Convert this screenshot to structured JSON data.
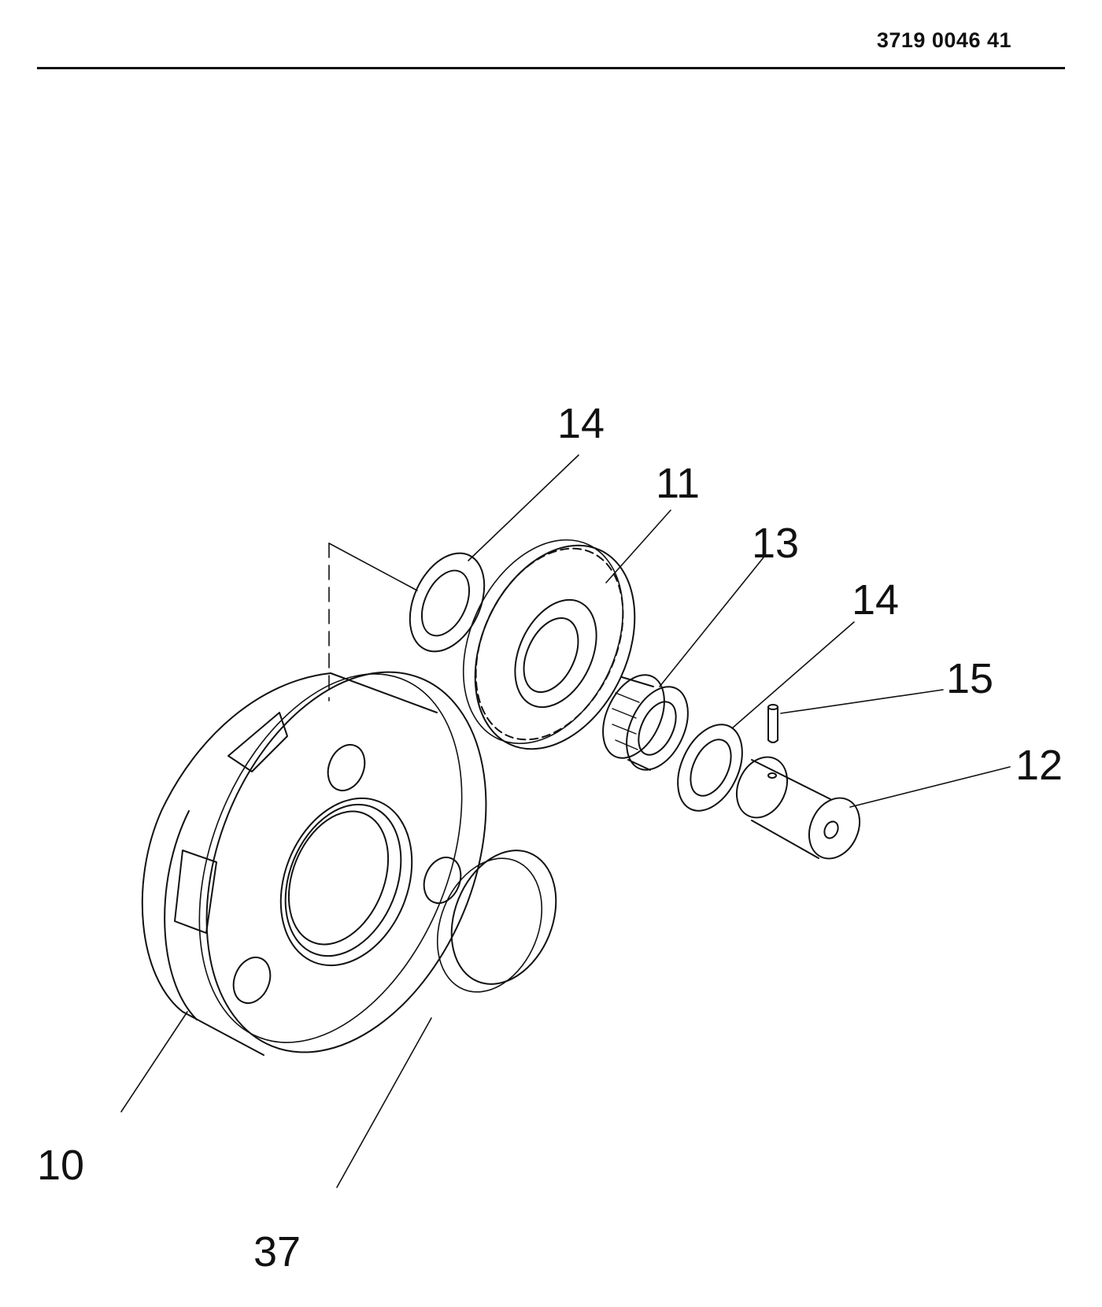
{
  "header": {
    "document_number": "3719 0046 41"
  },
  "callouts": {
    "washer_top": "14",
    "planet_gear": "11",
    "needle_bearing": "13",
    "washer_lower": "14",
    "pin": "15",
    "shaft": "12",
    "planet_carrier": "10",
    "cover_plug": "37"
  }
}
